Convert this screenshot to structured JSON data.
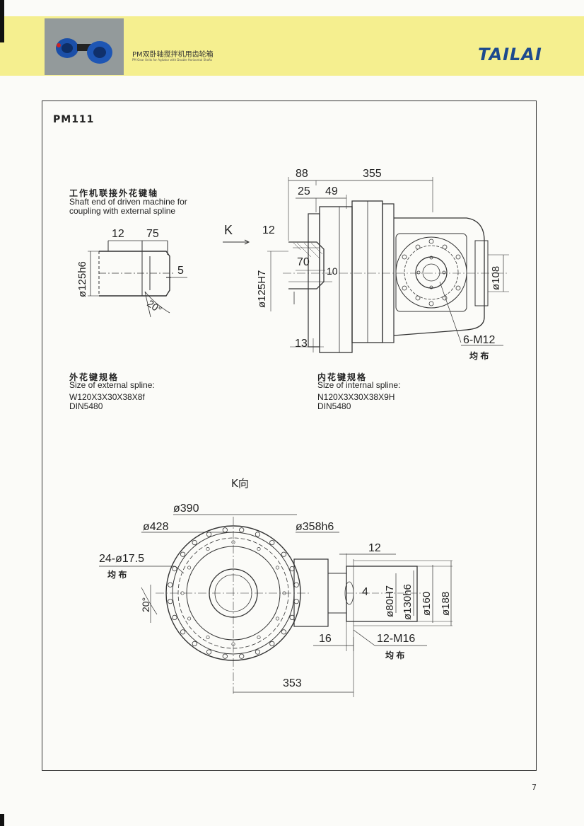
{
  "header": {
    "title_cn": "PM双卧轴搅拌机用齿轮箱",
    "title_en": "PM Gear Units for Agitator with Double Horizontal Shafts",
    "brand": "TAILAI"
  },
  "model": "PM111",
  "shaft_end": {
    "title_cn": "工作机联接外花键轴",
    "title_en_1": "Shaft end of driven machine for",
    "title_en_2": "coupling with external spline",
    "dims": {
      "d12": "12",
      "d75": "75",
      "d5": "5",
      "dia125h6": "ø125h6",
      "ang20": "20°"
    }
  },
  "external_spline": {
    "title_cn": "外花键规格",
    "title_en": "Size of external spline:",
    "spec": "W120X3X30X38X8f",
    "std": "DIN5480"
  },
  "internal_spline": {
    "title_cn": "内花键规格",
    "title_en": "Size of internal spline:",
    "spec": "N120X3X30X38X9H",
    "std": "DIN5480"
  },
  "side_view": {
    "k_mark": "K",
    "dims": {
      "d88": "88",
      "d355": "355",
      "d25": "25",
      "d49": "49",
      "d12": "12",
      "d70": "70",
      "d10": "10",
      "d13": "13",
      "dia125h7": "ø125H7",
      "dia108": "ø108",
      "holes": "6-M12",
      "uniform": "均 布"
    }
  },
  "k_view": {
    "title": "K向",
    "dims": {
      "dia390": "ø390",
      "dia428": "ø428",
      "dia358h6": "ø358h6",
      "holes": "24-ø17.5",
      "uniform1": "均 布",
      "ang20": "20°",
      "d12": "12",
      "d4": "4",
      "dia80h7": "ø80H7",
      "dia130h6": "ø130h6",
      "dia160": "ø160",
      "dia188": "ø188",
      "d16": "16",
      "holes2": "12-M16",
      "uniform2": "均 布",
      "d353": "353"
    }
  },
  "page_number": "7"
}
